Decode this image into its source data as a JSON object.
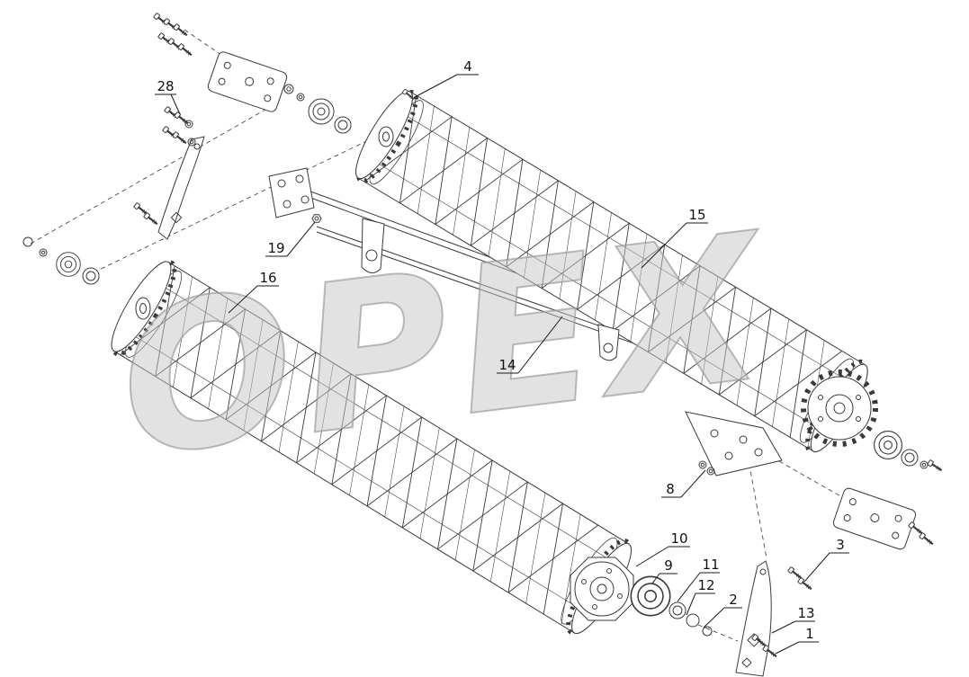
{
  "watermark": "OPEX",
  "colors": {
    "background": "#ffffff",
    "line": "#3a3a3a",
    "label": "#111111",
    "watermark": "#c6c6c6"
  },
  "parts": [
    {
      "num": "4"
    },
    {
      "num": "28"
    },
    {
      "num": "19"
    },
    {
      "num": "16"
    },
    {
      "num": "15"
    },
    {
      "num": "14"
    },
    {
      "num": "8"
    },
    {
      "num": "10"
    },
    {
      "num": "9"
    },
    {
      "num": "11"
    },
    {
      "num": "12"
    },
    {
      "num": "2"
    },
    {
      "num": "3"
    },
    {
      "num": "13"
    },
    {
      "num": "1"
    }
  ]
}
